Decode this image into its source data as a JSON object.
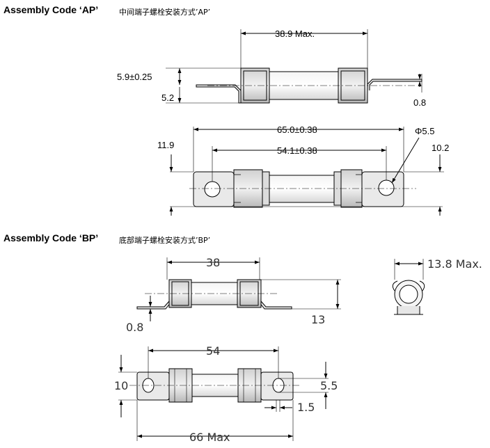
{
  "sections": {
    "ap": {
      "code_label": "Assembly Code ‘AP’",
      "description": "中间端子螺栓安装方式’AP’",
      "side_view": {
        "width_label": "38.9 Max.",
        "height_label": "5.9±0.25",
        "offset_label": "5.2",
        "thickness_label": "0.8"
      },
      "top_view": {
        "overall_label": "65.0±0.38",
        "inner_label": "54.1±0.38",
        "hole_label": "Φ5.5",
        "tab_width_label": "10.2",
        "tab_height_label": "11.9"
      }
    },
    "bp": {
      "code_label": "Assembly Code ‘BP’",
      "description": "底部端子螺栓安装方式’BP’",
      "side_view": {
        "width_label": "38",
        "height_label": "13",
        "thickness_label": "0.8"
      },
      "end_view": {
        "diameter_label": "13.8 Max."
      },
      "top_view": {
        "inner_label": "54",
        "overall_label": "66 Max",
        "tab_width_label": "10",
        "hole_label": "5.5",
        "tab_gap_label": "1.5"
      }
    }
  }
}
